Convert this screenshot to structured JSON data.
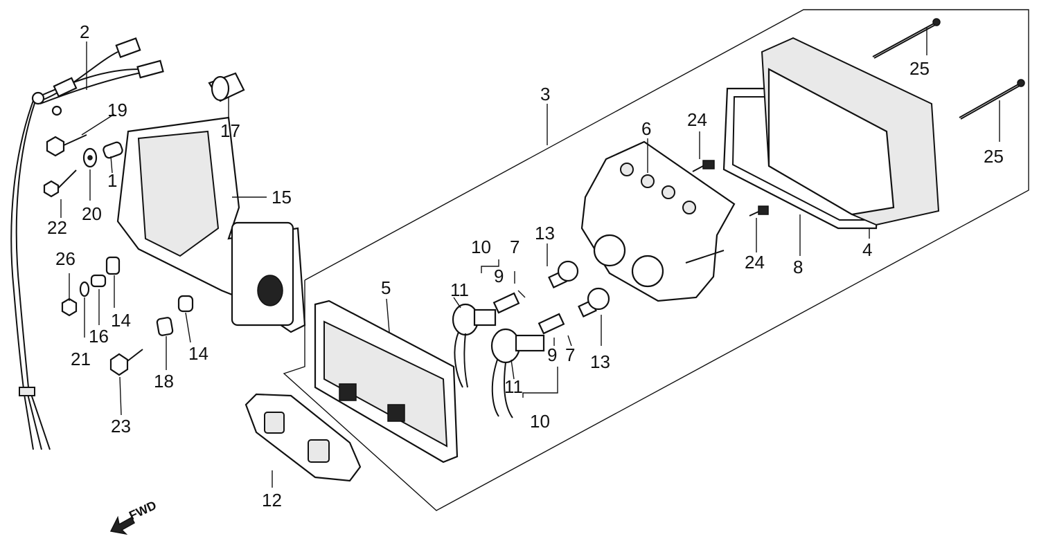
{
  "callouts": {
    "c1": "1",
    "c2": "2",
    "c3": "3",
    "c4": "4",
    "c5": "5",
    "c6": "6",
    "c7a": "7",
    "c7b": "7",
    "c8": "8",
    "c9a": "9",
    "c9b": "9",
    "c10a": "10",
    "c10b": "10",
    "c11a": "11",
    "c11b": "11",
    "c12": "12",
    "c13a": "13",
    "c13b": "13",
    "c14a": "14",
    "c14b": "14",
    "c15": "15",
    "c16": "16",
    "c17": "17",
    "c18": "18",
    "c19": "19",
    "c20": "20",
    "c21": "21",
    "c22": "22",
    "c23": "23",
    "c24a": "24",
    "c24b": "24",
    "c25a": "25",
    "c25b": "25",
    "c26": "26"
  },
  "direction_indicator": {
    "label": "FWD",
    "icon": "arrow-left-down-icon"
  }
}
